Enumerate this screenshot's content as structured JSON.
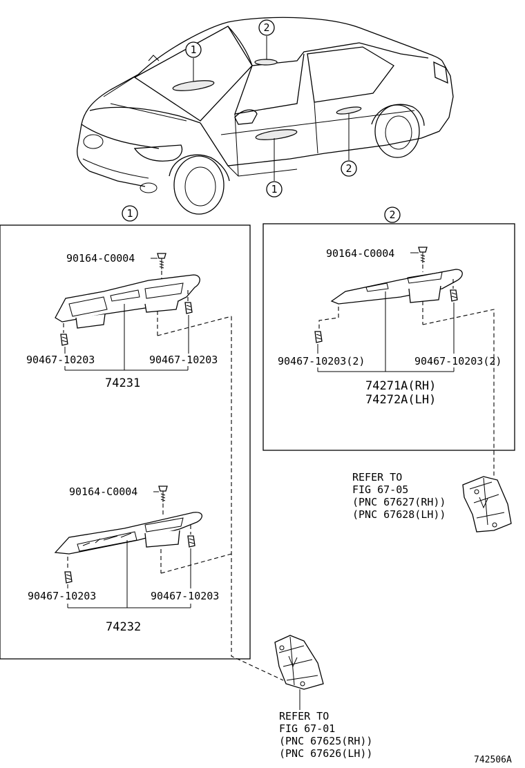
{
  "callouts": {
    "one": "1",
    "two": "2"
  },
  "box1": {
    "top": {
      "screw": "90164-C0004",
      "clip_left": "90467-10203",
      "clip_right": "90467-10203",
      "part": "74231"
    },
    "bottom": {
      "screw": "90164-C0004",
      "clip_left": "90467-10203",
      "clip_right": "90467-10203",
      "part": "74232"
    }
  },
  "box2": {
    "screw": "90164-C0004",
    "clip_left": "90467-10203(2)",
    "clip_right": "90467-10203(2)",
    "part_rh": "74271A(RH)",
    "part_lh": "74272A(LH)"
  },
  "refer_right": {
    "l1": "REFER TO",
    "l2": "FIG 67-05",
    "l3": "(PNC 67627(RH))",
    "l4": "(PNC 67628(LH))"
  },
  "refer_bottom": {
    "l1": "REFER TO",
    "l2": "FIG 67-01",
    "l3": "(PNC 67625(RH))",
    "l4": "(PNC 67626(LH))"
  },
  "diagram_id": "742506A"
}
